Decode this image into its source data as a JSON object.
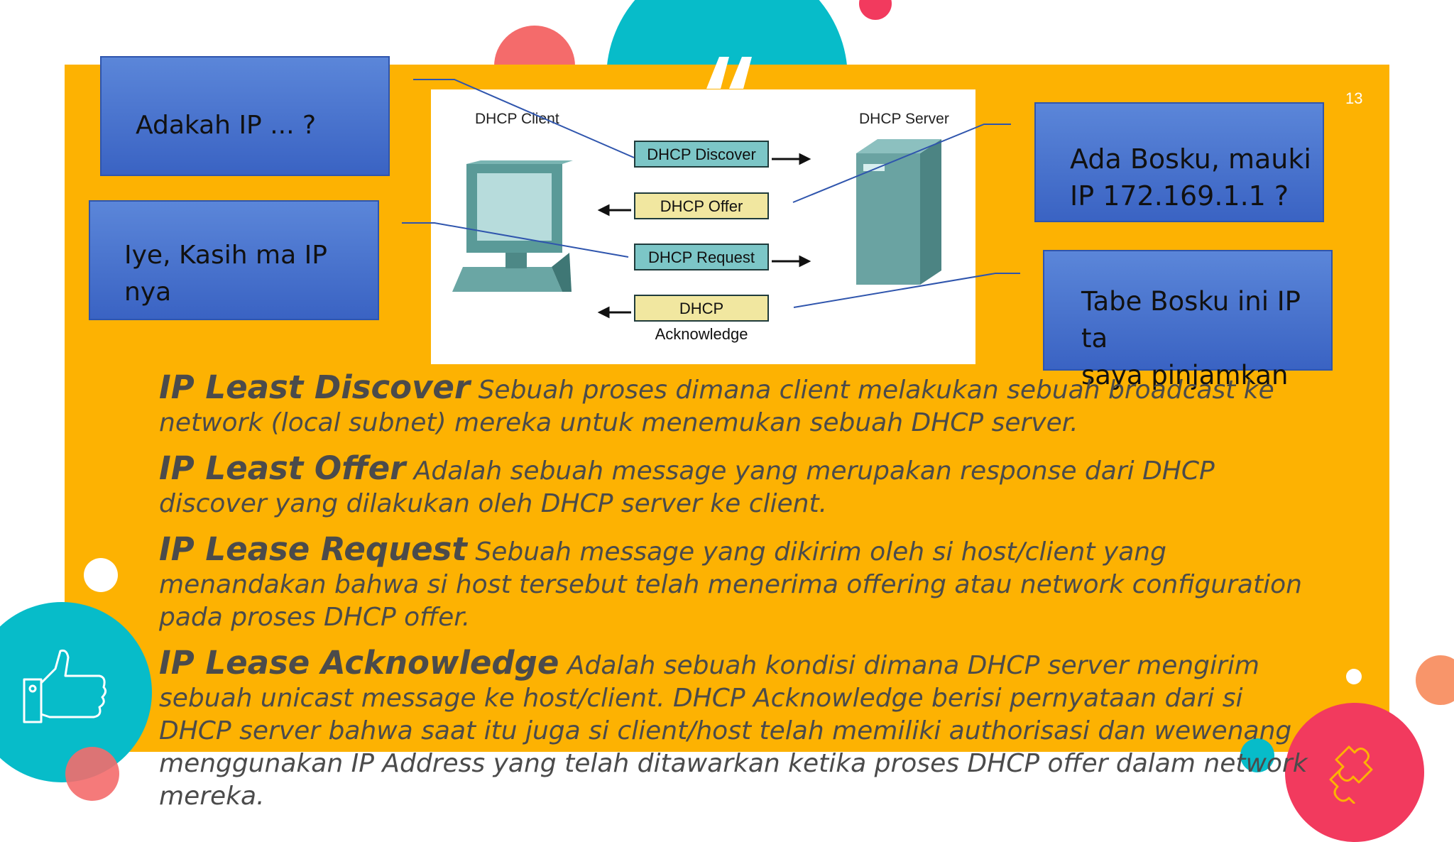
{
  "slide": {
    "number": "13"
  },
  "callouts": {
    "top_left": "Adakah IP ... ?",
    "mid_left": "Iye, Kasih ma IP nya",
    "top_right": [
      "Ada Bosku, mauki",
      "IP 172.169.1.1 ?"
    ],
    "bottom_right": [
      "Tabe Bosku ini IP ta",
      "saya pinjamkan"
    ]
  },
  "diagram": {
    "client_label": "DHCP Client",
    "server_label": "DHCP Server",
    "messages": [
      "DHCP Discover",
      "DHCP Offer",
      "DHCP Request",
      "DHCP Acknowledge"
    ]
  },
  "items": [
    {
      "term": "IP Least Discover",
      "desc": "Sebuah proses dimana client melakukan sebuah broadcast ke network (local subnet) mereka untuk menemukan sebuah DHCP server."
    },
    {
      "term": "IP Least Offer",
      "desc": "Adalah sebuah message yang merupakan response dari DHCP discover yang dilakukan oleh DHCP server ke client."
    },
    {
      "term": "IP Lease Request",
      "desc": "Sebuah message yang dikirim oleh si host/client yang menandakan bahwa si host tersebut telah menerima offering atau network configuration pada proses DHCP offer."
    },
    {
      "term": "IP Lease Acknowledge",
      "desc": "Adalah sebuah kondisi dimana DHCP server mengirim sebuah unicast message ke host/client. DHCP Acknowledge berisi pernyataan dari si DHCP server bahwa saat itu juga si client/host telah memiliki authorisasi dan wewenang menggunakan IP Address yang telah ditawarkan ketika proses DHCP offer dalam network mereka."
    }
  ],
  "colors": {
    "panel": "#FDB202",
    "teal": "#07BCC9",
    "coral": "#F46B6B",
    "pink": "#F23A5E",
    "orange": "#F8956A",
    "callout_blue": "#4470CF"
  },
  "icons": {
    "thumb": "thumbs-up-icon",
    "puzzle": "puzzle-icon",
    "quote": "quote-icon"
  }
}
